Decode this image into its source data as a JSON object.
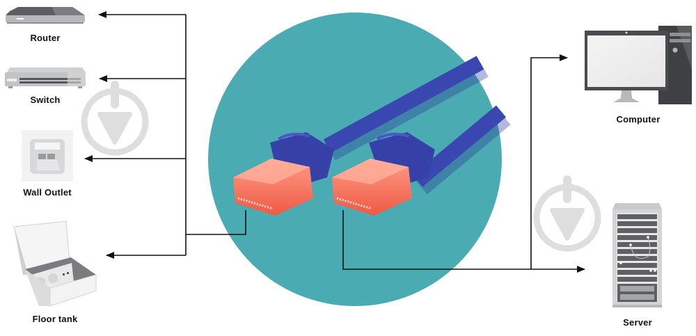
{
  "diagram": {
    "type": "network-cable-connection-diagram",
    "center": {
      "name": "patch-cable",
      "cable_color": "#3a47b0",
      "plug_color": "#f26a52",
      "background_circle_color": "#4aabb3"
    },
    "left_devices": [
      {
        "id": "router",
        "label": "Router"
      },
      {
        "id": "switch",
        "label": "Switch"
      },
      {
        "id": "wall-outlet",
        "label": "Wall Outlet"
      },
      {
        "id": "floor-tank",
        "label": "Floor tank"
      }
    ],
    "right_devices": [
      {
        "id": "computer",
        "label": "Computer"
      },
      {
        "id": "server",
        "label": "Server"
      }
    ],
    "connections": [
      {
        "from": "left-plug",
        "to": "router"
      },
      {
        "from": "left-plug",
        "to": "switch"
      },
      {
        "from": "left-plug",
        "to": "wall-outlet"
      },
      {
        "from": "left-plug",
        "to": "floor-tank"
      },
      {
        "from": "right-plug",
        "to": "computer"
      },
      {
        "from": "right-plug",
        "to": "server"
      }
    ],
    "watermark_icon": "download-icon"
  },
  "colors": {
    "line": "#111111",
    "watermark": "#dddddd",
    "device_light": "#c9cacc",
    "device_dark": "#5a5b5e"
  }
}
